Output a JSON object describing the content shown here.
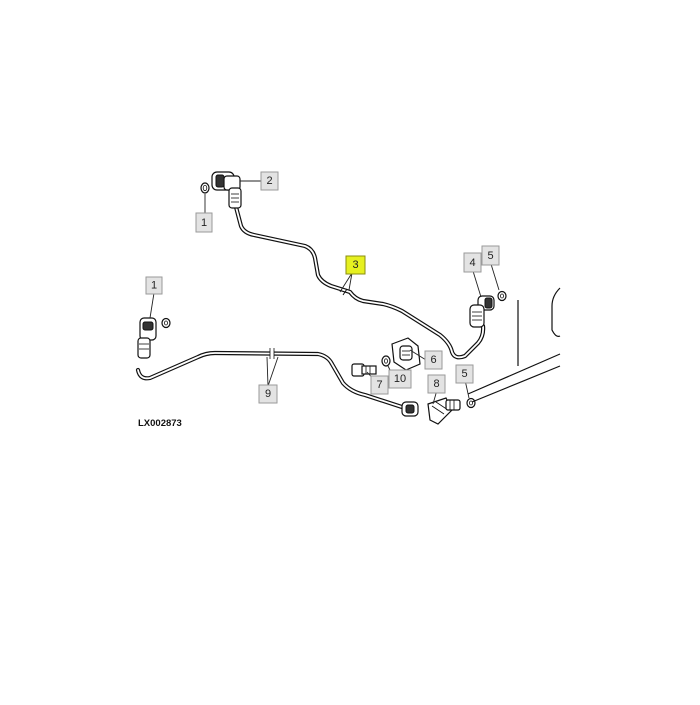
{
  "diagram": {
    "reference_code": "LX002873",
    "highlight_color": "#e6f020",
    "callouts": [
      {
        "id": "c1a",
        "label": "1"
      },
      {
        "id": "c2",
        "label": "2"
      },
      {
        "id": "c3",
        "label": "3",
        "highlighted": true
      },
      {
        "id": "c4",
        "label": "4"
      },
      {
        "id": "c5a",
        "label": "5"
      },
      {
        "id": "c1b",
        "label": "1"
      },
      {
        "id": "c6",
        "label": "6"
      },
      {
        "id": "c7",
        "label": "7"
      },
      {
        "id": "c10",
        "label": "10"
      },
      {
        "id": "c8",
        "label": "8"
      },
      {
        "id": "c5b",
        "label": "5"
      },
      {
        "id": "c9",
        "label": "9"
      }
    ]
  }
}
